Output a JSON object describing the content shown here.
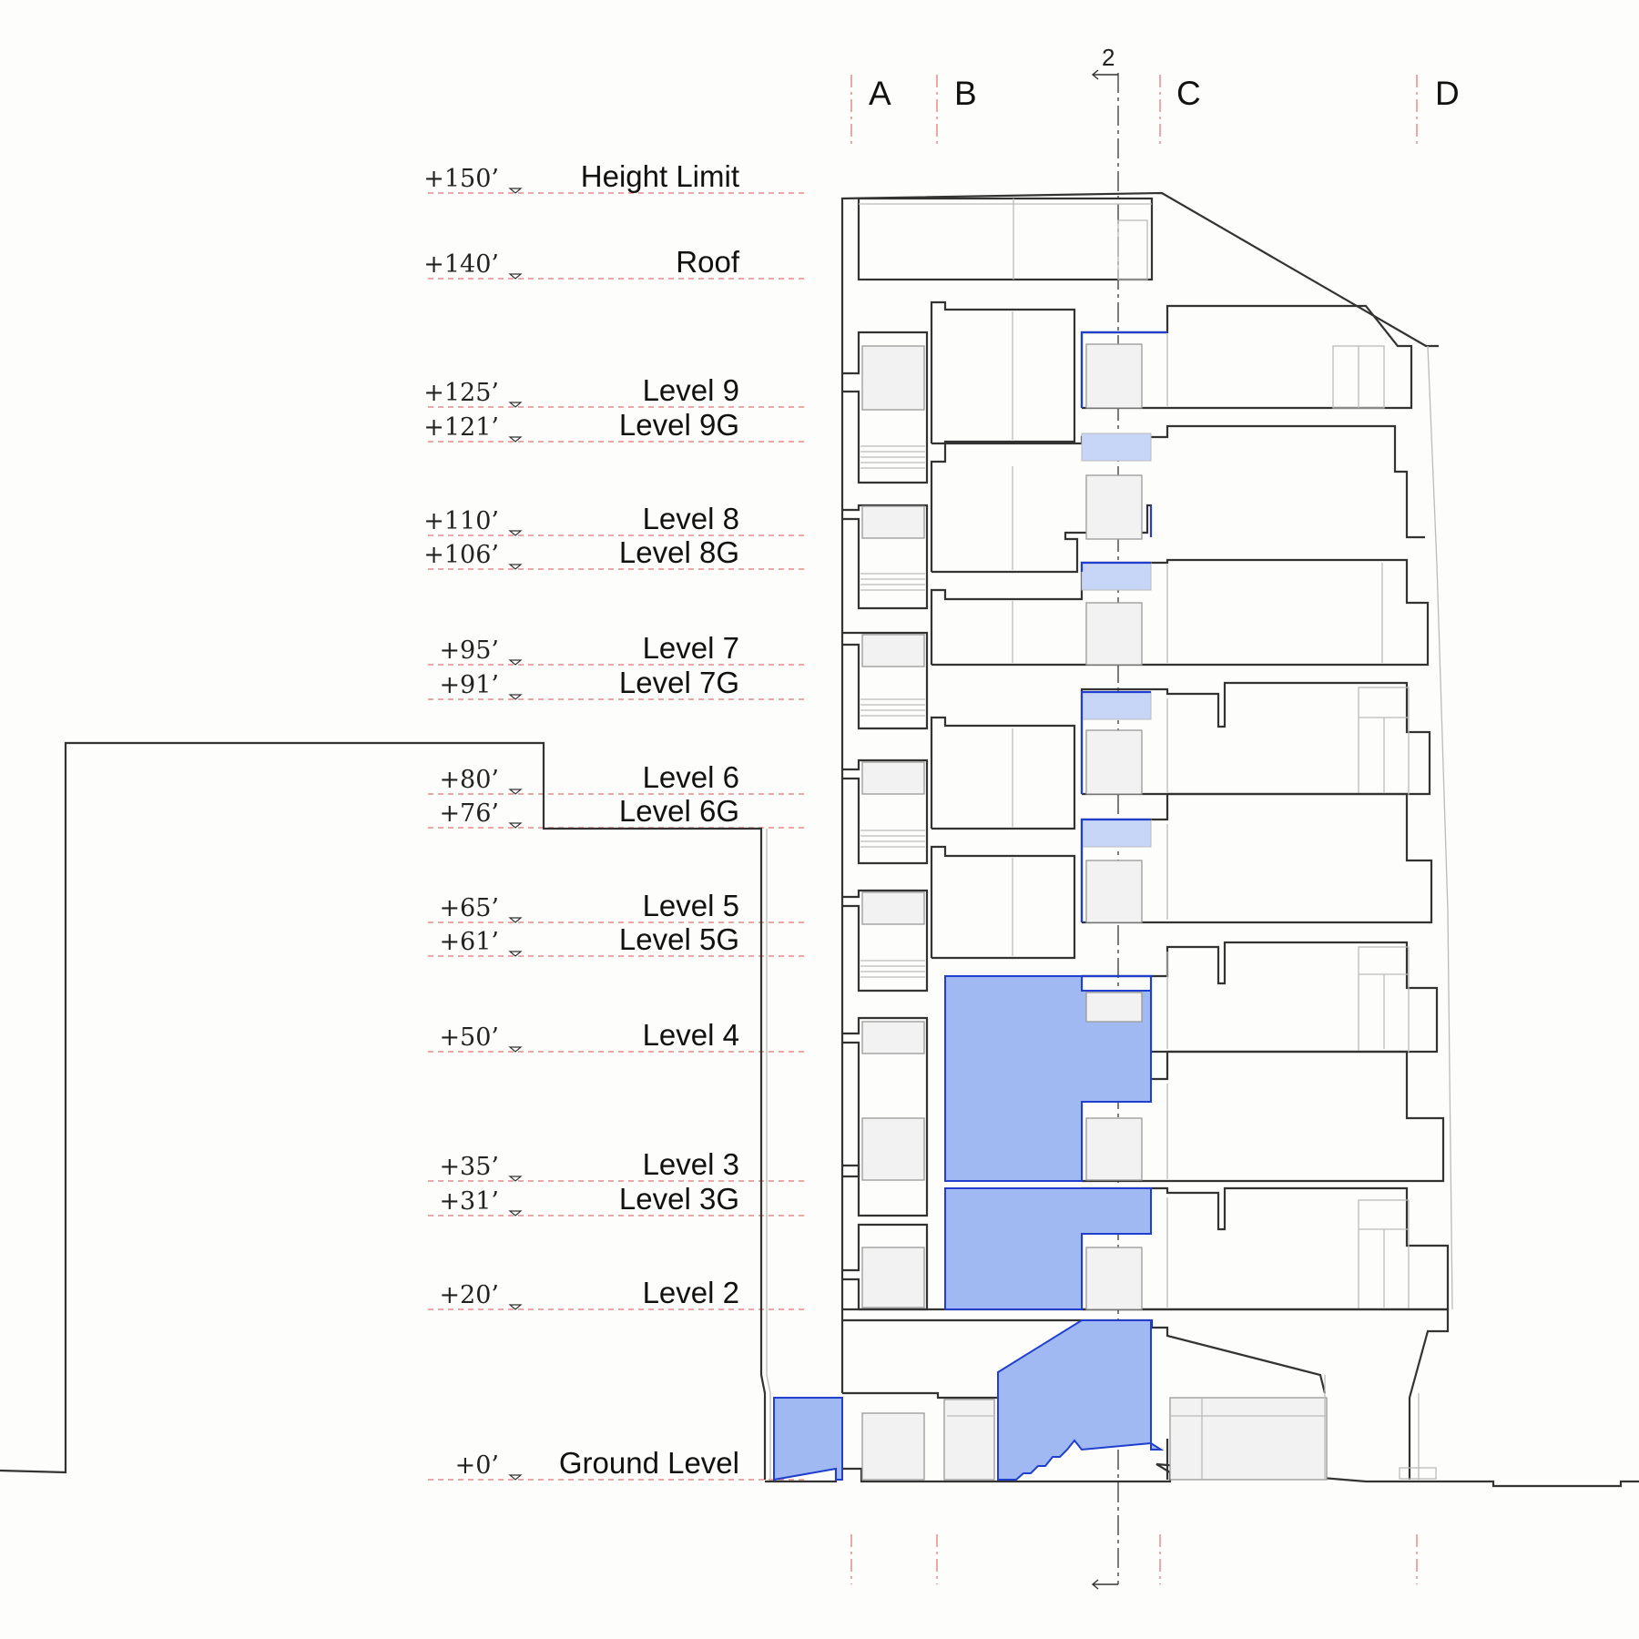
{
  "grid": {
    "labels": [
      "A",
      "B",
      "C",
      "D"
    ]
  },
  "section_marker": {
    "label": "2"
  },
  "levels": [
    {
      "elev": "+150’",
      "name": "Height Limit"
    },
    {
      "elev": "+140’",
      "name": "Roof"
    },
    {
      "elev": "+125’",
      "name": "Level 9"
    },
    {
      "elev": "+121’",
      "name": "Level 9G"
    },
    {
      "elev": "+110’",
      "name": "Level 8"
    },
    {
      "elev": "+106’",
      "name": "Level 8G"
    },
    {
      "elev": "+95’",
      "name": "Level 7"
    },
    {
      "elev": "+91’",
      "name": "Level 7G"
    },
    {
      "elev": "+80’",
      "name": "Level 6"
    },
    {
      "elev": "+76’",
      "name": "Level 6G"
    },
    {
      "elev": "+65’",
      "name": "Level 5"
    },
    {
      "elev": "+61’",
      "name": "Level 5G"
    },
    {
      "elev": "+50’",
      "name": "Level 4"
    },
    {
      "elev": "+35’",
      "name": "Level 3"
    },
    {
      "elev": "+31’",
      "name": "Level 3G"
    },
    {
      "elev": "+20’",
      "name": "Level 2"
    },
    {
      "elev": "+0’",
      "name": "Ground Level"
    }
  ],
  "colors": {
    "highlight_fill": "#a1b9f3",
    "highlight_stroke": "#1f3fcc",
    "datum_line": "#e58c8c"
  }
}
